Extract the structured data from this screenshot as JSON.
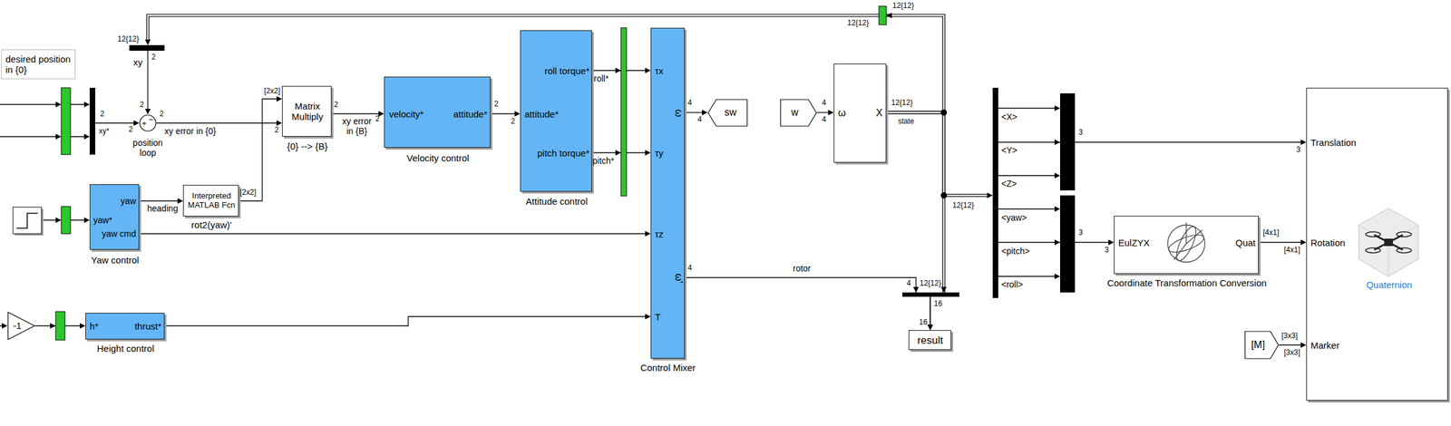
{
  "diagram": {
    "nodes": [
      {
        "text": [
          "desired position in {0}"
        ]
      },
      {
        "text": [
          "xy"
        ]
      },
      {
        "text": [
          "+",
          "−",
          "position loop"
        ]
      },
      {
        "text": [
          "yaw",
          "yaw*",
          "yaw cmd",
          "Yaw control"
        ]
      },
      {
        "text": [
          "Interpreted MATLAB Fcn",
          "rot2(yaw)'"
        ]
      },
      {
        "text": [
          "-1"
        ]
      },
      {
        "text": [
          "h*",
          "thrust*",
          "Height control"
        ]
      },
      {
        "text": [
          "Matrix Multiply",
          "{0} --> {B}"
        ]
      },
      {
        "text": [
          "velocity*",
          "attitude*",
          "Velocity control"
        ]
      },
      {
        "text": [
          "attitude*",
          "roll torque*",
          "pitch torque*",
          "Attitude control"
        ]
      },
      {
        "text": [
          "τx",
          "τy",
          "τz",
          "T",
          "ω",
          "ω'",
          "Control Mixer"
        ]
      },
      {
        "text": [
          "sw"
        ]
      },
      {
        "text": [
          "w"
        ]
      },
      {
        "text": [
          "ω",
          "X"
        ]
      },
      {
        "text": [
          "result"
        ]
      },
      {
        "text": [
          "<X>",
          "<Y>",
          "<Z>",
          "<yaw>",
          "<pitch>",
          "<roll>"
        ]
      },
      {
        "text": [
          "EulZYX",
          "Quat",
          "Coordinate Transformation Conversion"
        ]
      },
      {
        "text": [
          "[M]"
        ]
      },
      {
        "text": [
          "Translation",
          "Rotation",
          "Marker",
          "Quaternion"
        ]
      }
    ],
    "edges": [
      {
        "from": 1,
        "to": 2,
        "arrow": "to"
      },
      {
        "from": 2,
        "to": 7,
        "label": "xy error in {0}",
        "arrow": "to"
      },
      {
        "from": 3,
        "to": 4,
        "label": "heading",
        "arrow": "to"
      },
      {
        "from": 4,
        "to": 7,
        "arrow": "to"
      },
      {
        "from": 3,
        "to": 10,
        "arrow": "to"
      },
      {
        "from": 5,
        "to": 6,
        "arrow": "to"
      },
      {
        "from": 6,
        "to": 10,
        "arrow": "to"
      },
      {
        "from": 7,
        "to": 8,
        "label": "xy error in {B}",
        "arrow": "to"
      },
      {
        "from": 8,
        "to": 9,
        "arrow": "to"
      },
      {
        "from": 9,
        "to": 10,
        "label": "roll*",
        "arrow": "to"
      },
      {
        "from": 9,
        "to": 10,
        "label": "pitch*",
        "arrow": "to"
      },
      {
        "from": 10,
        "to": 11,
        "arrow": "to"
      },
      {
        "from": 10,
        "to": 14,
        "label": "rotor",
        "arrow": "to"
      },
      {
        "from": 12,
        "to": 13,
        "arrow": "to"
      },
      {
        "from": 13,
        "to": 1,
        "arrow": "to"
      },
      {
        "from": 13,
        "to": 14,
        "arrow": "to"
      },
      {
        "from": 13,
        "to": 15,
        "arrow": "to"
      },
      {
        "from": 15,
        "to": 18,
        "arrow": "to"
      },
      {
        "from": 15,
        "to": 16,
        "arrow": "to"
      },
      {
        "from": 16,
        "to": 18,
        "arrow": "to"
      },
      {
        "from": 17,
        "to": 18,
        "arrow": "to"
      }
    ],
    "labels": [
      "12{12}",
      "12{12}",
      "12{12}",
      "2",
      "2",
      "2",
      "xy*",
      "2",
      "2",
      "[2x2]",
      "2",
      "2",
      "2",
      "2",
      "2",
      "[2x2]",
      "4",
      "4",
      "4",
      "4",
      "12{12}",
      "state",
      "4",
      "4",
      "12{12}",
      "16",
      "16",
      "12{12}",
      "3",
      "3",
      "3",
      "3",
      "[4x1]",
      "[4x1]",
      "[3x3]",
      "[3x3]"
    ]
  }
}
